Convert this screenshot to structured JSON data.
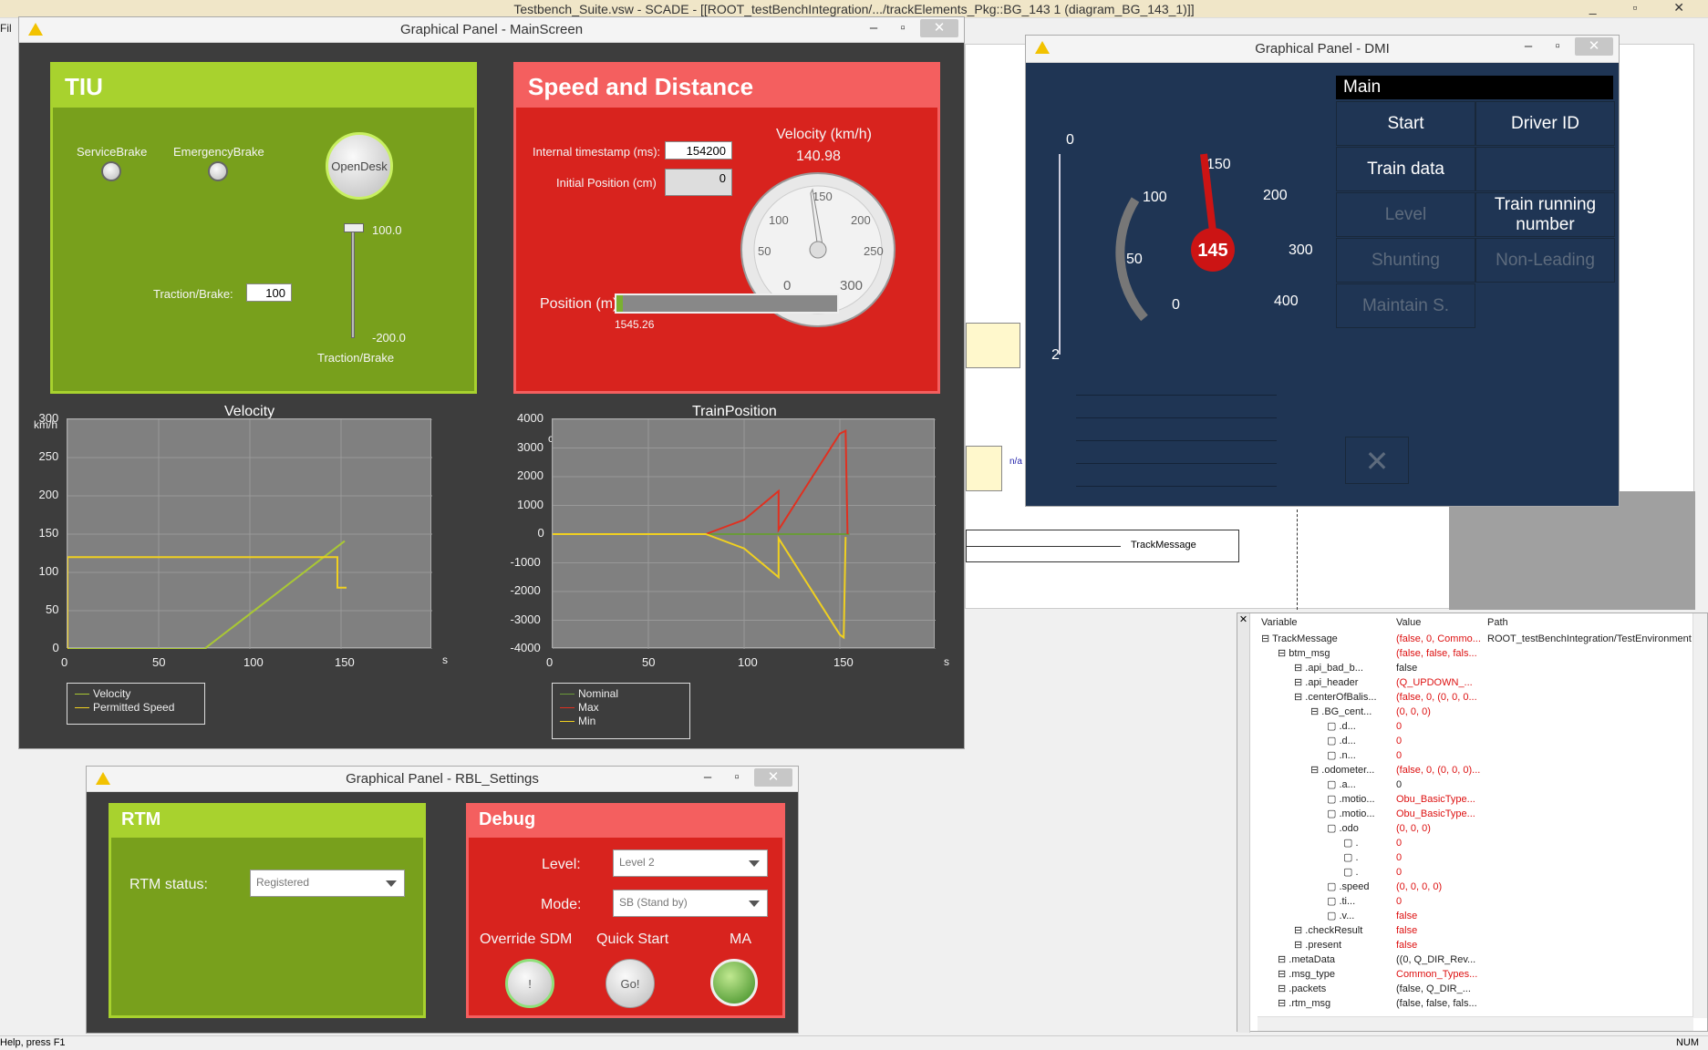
{
  "app": {
    "title": "Testbench_Suite.vsw - SCADE - [[ROOT_testBenchIntegration/.../trackElements_Pkg::BG_143 1 (diagram_BG_143_1)]]",
    "menu_stub": "Fil",
    "status": "Help, press F1",
    "num": "NUM"
  },
  "main": {
    "title": "Graphical Panel - MainScreen",
    "tiu": {
      "title": "TIU",
      "service_brake": "ServiceBrake",
      "emergency_brake": "EmergencyBrake",
      "open_desk": "OpenDesk",
      "slider_max": "100.0",
      "slider_min": "-200.0",
      "slider_label": "Traction/Brake",
      "traction_label": "Traction/Brake:",
      "traction_value": "100"
    },
    "sd": {
      "title": "Speed and Distance",
      "timestamp_label": "Internal timestamp (ms):",
      "timestamp_value": "154200",
      "initpos_label": "Initial Position (cm)",
      "initpos_value": "0",
      "velocity_label": "Velocity (km/h)",
      "velocity_value": "140.98",
      "position_label": "Position (m):",
      "position_value": "1545.26",
      "position_fill": 0.03,
      "gauge_ticks": [
        "0",
        "50",
        "100",
        "150",
        "200",
        "250",
        "300"
      ]
    }
  },
  "chart_data": [
    {
      "type": "line",
      "title": "Velocity",
      "ylabel": "km/h",
      "xlabel": "s",
      "x_ticks": [
        "0",
        "50",
        "100",
        "150"
      ],
      "y_ticks": [
        "0",
        "50",
        "100",
        "150",
        "200",
        "250",
        "300"
      ],
      "xlim": [
        0,
        200
      ],
      "ylim": [
        0,
        300
      ],
      "series": [
        {
          "name": "Velocity",
          "color": "#a9c833",
          "points": [
            [
              0,
              0
            ],
            [
              75,
              0
            ],
            [
              152,
              141
            ]
          ]
        },
        {
          "name": "Permitted Speed",
          "color": "#f0d020",
          "points": [
            [
              0,
              0
            ],
            [
              0,
              120
            ],
            [
              148,
              120
            ],
            [
              148,
              80
            ],
            [
              153,
              80
            ]
          ]
        }
      ]
    },
    {
      "type": "line",
      "title": "TrainPosition",
      "ylabel": "cm",
      "xlabel": "s",
      "x_ticks": [
        "0",
        "50",
        "100",
        "150"
      ],
      "y_ticks": [
        "4000",
        "3000",
        "2000",
        "1000",
        "0",
        "-1000",
        "-2000",
        "-3000",
        "-4000"
      ],
      "xlim": [
        0,
        200
      ],
      "ylim": [
        -4000,
        4000
      ],
      "series": [
        {
          "name": "Nominal",
          "color": "#6a9a3a",
          "points": [
            [
              0,
              0
            ],
            [
              155,
              0
            ]
          ]
        },
        {
          "name": "Max",
          "color": "#e03020",
          "points": [
            [
              80,
              0
            ],
            [
              100,
              500
            ],
            [
              118,
              1500
            ],
            [
              118,
              150
            ],
            [
              150,
              3500
            ],
            [
              153,
              3600
            ],
            [
              154,
              0
            ]
          ]
        },
        {
          "name": "Min",
          "color": "#f0d020",
          "points": [
            [
              0,
              0
            ],
            [
              80,
              0
            ],
            [
              100,
              -500
            ],
            [
              118,
              -1500
            ],
            [
              118,
              -150
            ],
            [
              150,
              -3500
            ],
            [
              152,
              -3600
            ],
            [
              153,
              -100
            ]
          ]
        }
      ]
    }
  ],
  "dmi": {
    "title": "Graphical Panel - DMI",
    "main_label": "Main",
    "speed": "145",
    "scale": [
      "0",
      "50",
      "100",
      "150",
      "200",
      "300",
      "400"
    ],
    "left_value": "0",
    "level_value": "2",
    "buttons": [
      {
        "label": "Start",
        "enabled": true
      },
      {
        "label": "Driver ID",
        "enabled": true
      },
      {
        "label": "Train data",
        "enabled": true
      },
      {
        "label": "",
        "enabled": true
      },
      {
        "label": "Level",
        "enabled": false
      },
      {
        "label": "Train running number",
        "enabled": true
      },
      {
        "label": "Shunting",
        "enabled": false
      },
      {
        "label": "Non-Leading",
        "enabled": false
      },
      {
        "label": "Maintain S.",
        "enabled": false
      }
    ]
  },
  "rbl": {
    "title": "Graphical Panel - RBL_Settings",
    "rtm_title": "RTM",
    "rtm_status_label": "RTM status:",
    "rtm_status_value": "Registered",
    "debug_title": "Debug",
    "level_label": "Level:",
    "level_value": "Level 2",
    "mode_label": "Mode:",
    "mode_value": "SB (Stand by)",
    "override_label": "Override SDM",
    "override_btn": "!",
    "quickstart_label": "Quick Start",
    "quickstart_btn": "Go!",
    "ma_label": "MA"
  },
  "diagram": {
    "track_message": "TrackMessage",
    "na": "n/a"
  },
  "watch": {
    "headers": [
      "Variable",
      "Value",
      "Path"
    ],
    "rows": [
      {
        "var": "TrackMessage",
        "val": "(false, 0, Commo...",
        "path": "ROOT_testBenchIntegration/TestEnvironment",
        "indent": 0,
        "red": true
      },
      {
        "var": "btm_msg",
        "val": "(false, false, fals...",
        "path": "",
        "indent": 1,
        "red": true
      },
      {
        "var": ".api_bad_b...",
        "val": "false",
        "path": "",
        "indent": 2,
        "red": false
      },
      {
        "var": ".api_header",
        "val": "(Q_UPDOWN_...",
        "path": "",
        "indent": 2,
        "red": true
      },
      {
        "var": ".centerOfBalis...",
        "val": "(false, 0, (0, 0, 0...",
        "path": "",
        "indent": 2,
        "red": true
      },
      {
        "var": ".BG_cent...",
        "val": "(0, 0, 0)",
        "path": "",
        "indent": 3,
        "red": true
      },
      {
        "var": ".d...",
        "val": "0",
        "path": "",
        "indent": 4,
        "red": true
      },
      {
        "var": ".d...",
        "val": "0",
        "path": "",
        "indent": 4,
        "red": true
      },
      {
        "var": ".n...",
        "val": "0",
        "path": "",
        "indent": 4,
        "red": true
      },
      {
        "var": ".odometer...",
        "val": "(false, 0, (0, 0, 0)...",
        "path": "",
        "indent": 3,
        "red": true
      },
      {
        "var": ".a...",
        "val": "0",
        "path": "",
        "indent": 4,
        "red": false
      },
      {
        "var": ".motio...",
        "val": "Obu_BasicType...",
        "path": "",
        "indent": 4,
        "red": true
      },
      {
        "var": ".motio...",
        "val": "Obu_BasicType...",
        "path": "",
        "indent": 4,
        "red": true
      },
      {
        "var": ".odo",
        "val": "(0, 0, 0)",
        "path": "",
        "indent": 4,
        "red": true
      },
      {
        "var": ".",
        "val": "0",
        "path": "",
        "indent": 5,
        "red": true
      },
      {
        "var": ".",
        "val": "0",
        "path": "",
        "indent": 5,
        "red": true
      },
      {
        "var": ".",
        "val": "0",
        "path": "",
        "indent": 5,
        "red": true
      },
      {
        "var": ".speed",
        "val": "(0, 0, 0, 0)",
        "path": "",
        "indent": 4,
        "red": true
      },
      {
        "var": ".ti...",
        "val": "0",
        "path": "",
        "indent": 4,
        "red": true
      },
      {
        "var": ".v...",
        "val": "false",
        "path": "",
        "indent": 4,
        "red": true
      },
      {
        "var": ".checkResult",
        "val": "false",
        "path": "",
        "indent": 2,
        "red": true
      },
      {
        "var": ".present",
        "val": "false",
        "path": "",
        "indent": 2,
        "red": true
      },
      {
        "var": ".metaData",
        "val": "((0, Q_DIR_Rev...",
        "path": "",
        "indent": 1,
        "red": false
      },
      {
        "var": ".msg_type",
        "val": "Common_Types...",
        "path": "",
        "indent": 1,
        "red": true
      },
      {
        "var": ".packets",
        "val": "(false, Q_DIR_...",
        "path": "",
        "indent": 1,
        "red": false
      },
      {
        "var": ".rtm_msg",
        "val": "(false, false, fals...",
        "path": "",
        "indent": 1,
        "red": false
      }
    ]
  }
}
